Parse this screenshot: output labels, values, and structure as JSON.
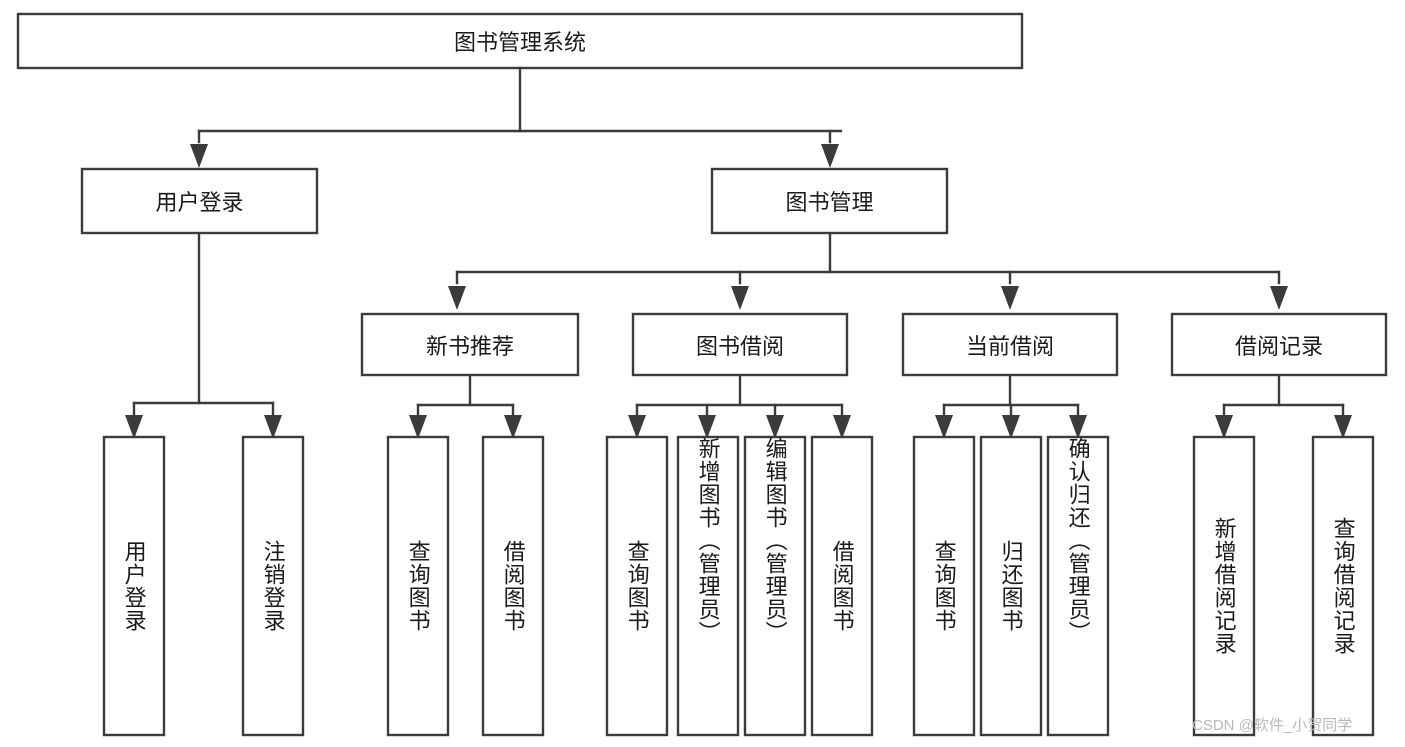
{
  "diagram": {
    "type": "tree",
    "title": "图书管理系统",
    "orientation": "top-down",
    "watermark": "CSDN @软件_小贺同学",
    "colors": {
      "stroke": "#3b3b3b",
      "fill": "#ffffff",
      "text": "#1a1a1a",
      "watermark": "#b9b9b9"
    },
    "nodes": {
      "root": {
        "label": "图书管理系统"
      },
      "level2": [
        {
          "id": "user-login",
          "label": "用户登录"
        },
        {
          "id": "book-manage",
          "label": "图书管理"
        }
      ],
      "level3": [
        {
          "id": "new-book-recommend",
          "label": "新书推荐",
          "parent": "book-manage"
        },
        {
          "id": "book-borrow",
          "label": "图书借阅",
          "parent": "book-manage"
        },
        {
          "id": "current-borrow",
          "label": "当前借阅",
          "parent": "book-manage"
        },
        {
          "id": "borrow-record",
          "label": "借阅记录",
          "parent": "book-manage"
        }
      ],
      "leaves": [
        {
          "id": "leaf-user-login",
          "label": "用户登录",
          "parent": "user-login"
        },
        {
          "id": "leaf-logout",
          "label": "注销登录",
          "parent": "user-login"
        },
        {
          "id": "leaf-query-book-1",
          "label": "查询图书",
          "parent": "new-book-recommend"
        },
        {
          "id": "leaf-borrow-book-1",
          "label": "借阅图书",
          "parent": "new-book-recommend"
        },
        {
          "id": "leaf-query-book-2",
          "label": "查询图书",
          "parent": "book-borrow"
        },
        {
          "id": "leaf-add-book",
          "label": "新增图书（管理员）",
          "parent": "book-borrow"
        },
        {
          "id": "leaf-edit-book",
          "label": "编辑图书（管理员）",
          "parent": "book-borrow"
        },
        {
          "id": "leaf-borrow-book-2",
          "label": "借阅图书",
          "parent": "book-borrow"
        },
        {
          "id": "leaf-query-book-3",
          "label": "查询图书",
          "parent": "current-borrow"
        },
        {
          "id": "leaf-return-book",
          "label": "归还图书",
          "parent": "current-borrow"
        },
        {
          "id": "leaf-confirm-return",
          "label": "确认归还（管理员）",
          "parent": "current-borrow"
        },
        {
          "id": "leaf-add-record",
          "label": "新增借阅记录",
          "parent": "borrow-record"
        },
        {
          "id": "leaf-query-record",
          "label": "查询借阅记录",
          "parent": "borrow-record"
        }
      ]
    }
  }
}
